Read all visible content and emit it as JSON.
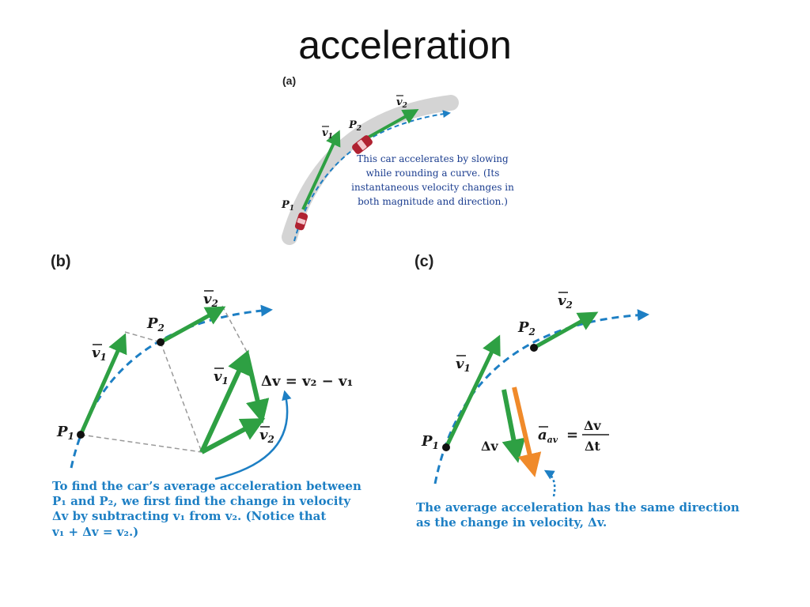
{
  "slide": {
    "title": "acceleration"
  },
  "panel_a": {
    "label": "(a)",
    "p1": "P",
    "p1_sub": "1",
    "p2": "P",
    "p2_sub": "2",
    "v1": "v",
    "v1_sub": "1",
    "v2": "v",
    "v2_sub": "2",
    "caption": [
      "This car accelerates by slowing",
      "while rounding a curve. (Its",
      "instantaneous velocity changes in",
      "both magnitude and direction.)"
    ]
  },
  "panel_b": {
    "label": "(b)",
    "p1": "P",
    "p1_sub": "1",
    "p2": "P",
    "p2_sub": "2",
    "v1": "v",
    "v1_sub": "1",
    "v2": "v",
    "v2_sub": "2",
    "v1_tri": "v",
    "v1_tri_sub": "1",
    "v2_tri": "v",
    "v2_tri_sub": "2",
    "delta_eq": "Δv = v₂ − v₁",
    "caption": [
      "To find the car’s average acceleration between",
      "P₁ and P₂, we first find the change in velocity",
      "Δv by subtracting v₁ from v₂. (Notice that",
      "v₁ + Δv = v₂.)"
    ]
  },
  "panel_c": {
    "label": "(c)",
    "p1": "P",
    "p1_sub": "1",
    "p2": "P",
    "p2_sub": "2",
    "v1": "v",
    "v1_sub": "1",
    "v2": "v",
    "v2_sub": "2",
    "delta_v": "Δv",
    "a_av": "a",
    "a_av_sub": "av",
    "eq": "=",
    "frac_num": "Δv",
    "frac_den": "Δt",
    "caption": [
      "The average acceleration has the same direction",
      "as the change in velocity, Δv."
    ]
  },
  "colors": {
    "path": "#1d7fc4",
    "velocity": "#2ea043",
    "accel": "#f08a2a",
    "caption": "#1d7fc4",
    "car": "#b02231"
  }
}
